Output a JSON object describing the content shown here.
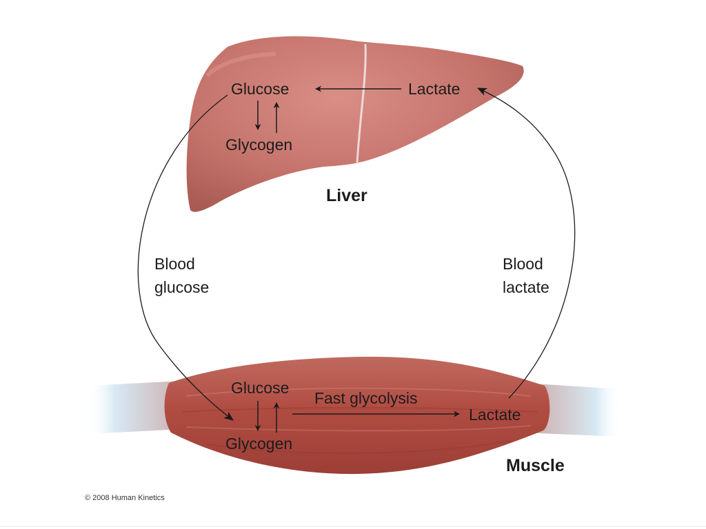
{
  "liver": {
    "title": "Liver",
    "glucose": "Glucose",
    "glycogen": "Glycogen",
    "lactate": "Lactate"
  },
  "muscle": {
    "title": "Muscle",
    "glucose": "Glucose",
    "glycogen": "Glycogen",
    "lactate": "Lactate",
    "process": "Fast glycolysis"
  },
  "circulation": {
    "left_line1": "Blood",
    "left_line2": "glucose",
    "right_line1": "Blood",
    "right_line2": "lactate"
  },
  "copyright": "© 2008 Human Kinetics",
  "colors": {
    "liver": "#c8746c",
    "muscle": "#b45046",
    "tendon": "#cfe3f0",
    "arrow": "#1a1a1a"
  }
}
